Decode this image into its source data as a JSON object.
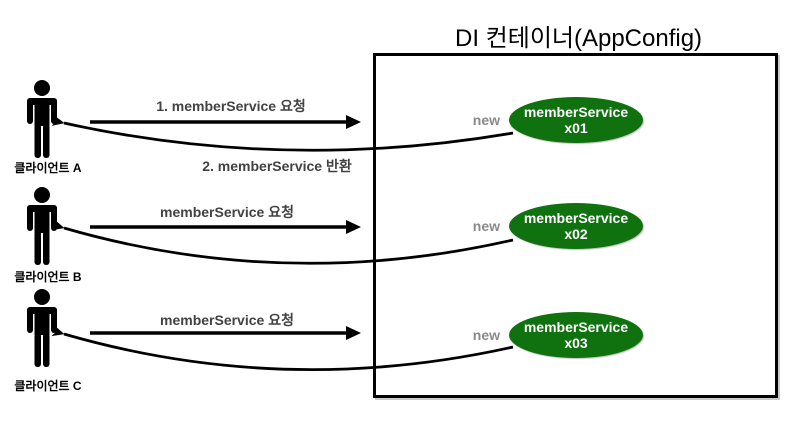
{
  "diagram": {
    "title": "DI 컨테이너(AppConfig)"
  },
  "clients": [
    {
      "label": "클라이언트 A"
    },
    {
      "label": "클라이언트 B"
    },
    {
      "label": "클라이언트 C"
    }
  ],
  "messages": {
    "request_a": "1. memberService 요청",
    "return_a": "2. memberService 반환",
    "request_b": "memberService 요청",
    "request_c": "memberService 요청"
  },
  "instances": [
    {
      "new_label": "new",
      "name": "memberService",
      "id": "x01"
    },
    {
      "new_label": "new",
      "name": "memberService",
      "id": "x02"
    },
    {
      "new_label": "new",
      "name": "memberService",
      "id": "x03"
    }
  ],
  "colors": {
    "instance_fill": "#0f720f",
    "instance_text": "#ffffff",
    "new_label_color": "#8a8a8a",
    "message_label_color": "#424242",
    "client_label_color": "#000000",
    "arrow_color": "#000000",
    "box_border_color": "#000000"
  }
}
